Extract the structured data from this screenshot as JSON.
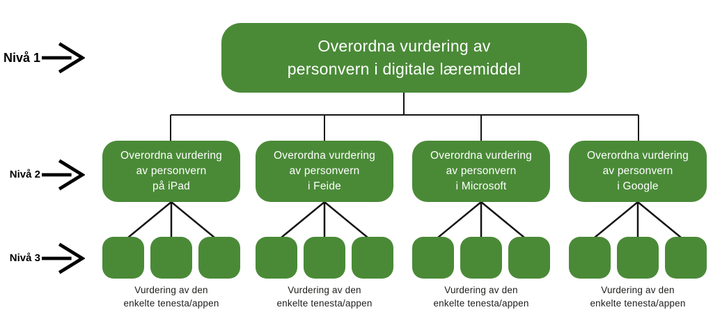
{
  "diagram": {
    "title": "Overordna vurdering av\npersonvern i digitale læremiddel"
  },
  "level_labels": [
    {
      "label": "Nivå 1"
    },
    {
      "label": "Nivå 2"
    },
    {
      "label": "Nivå 3"
    }
  ],
  "branches": [
    {
      "title": "Overordna vurdering\nav personvern\npå iPad",
      "caption": "Vurdering av den\nenkelte tenesta/appen"
    },
    {
      "title": "Overordna vurdering\nav personvern\ni Feide",
      "caption": "Vurdering av den\nenkelte tenesta/appen"
    },
    {
      "title": "Overordna vurdering\nav personvern\ni Microsoft",
      "caption": "Vurdering av den\nenkelte tenesta/appen"
    },
    {
      "title": "Overordna vurdering\nav personvern\ni Google",
      "caption": "Vurdering av den\nenkelte tenesta/appen"
    }
  ],
  "colors": {
    "node_green": "#4a8a37",
    "connector_black": "#141414",
    "text_white": "#ffffff",
    "text_black": "#1d1d1b"
  }
}
